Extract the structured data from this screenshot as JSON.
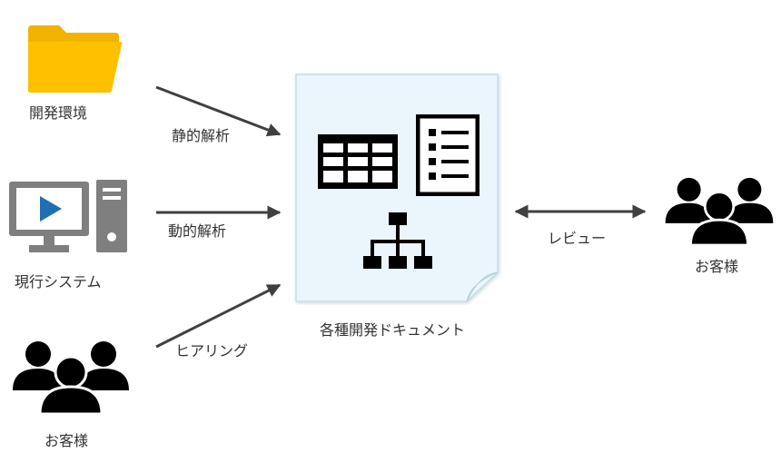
{
  "sources": {
    "dev_env": {
      "label": "開発環境",
      "icon": "folder-icon",
      "color": "#FFC000"
    },
    "current_system": {
      "label": "現行システム",
      "icon": "monitor-play-icon",
      "color": "#7F7F7F",
      "accent": "#1F6FB2"
    },
    "customers_left": {
      "label": "お客様",
      "icon": "people-group-icon"
    }
  },
  "edges": {
    "static_analysis": "静的解析",
    "dynamic_analysis": "動的解析",
    "hearing": "ヒアリング",
    "review": "レビュー"
  },
  "center": {
    "label": "各種開発ドキュメント",
    "icons": [
      "table-icon",
      "list-document-icon",
      "org-chart-icon"
    ],
    "fill": "#EAF6FB"
  },
  "target": {
    "label": "お客様",
    "icon": "people-group-icon"
  }
}
